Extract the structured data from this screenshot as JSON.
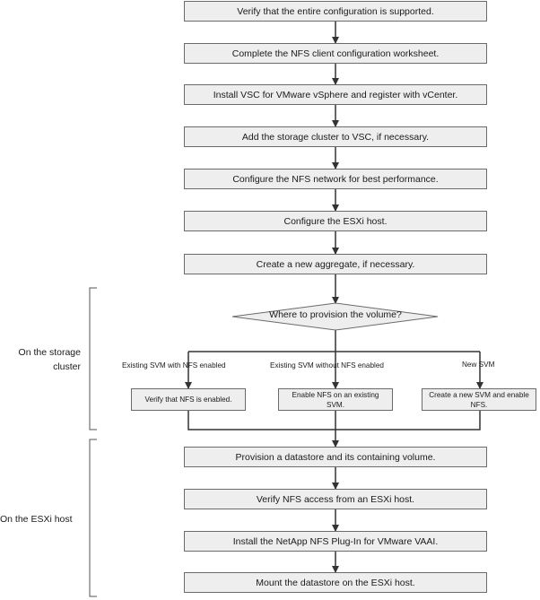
{
  "steps_top": [
    "Verify that the entire configuration is supported.",
    "Complete the NFS client configuration worksheet.",
    "Install VSC for VMware vSphere and register with vCenter.",
    "Add the storage cluster to VSC, if necessary.",
    "Configure the NFS network for best performance.",
    "Configure the ESXi host.",
    "Create a new aggregate, if necessary."
  ],
  "decision": "Where to provision the volume?",
  "branches": [
    {
      "label": "Existing SVM with NFS enabled",
      "action": "Verify that NFS is enabled."
    },
    {
      "label": "Existing SVM without NFS enabled",
      "action": "Enable NFS on an existing SVM."
    },
    {
      "label": "New SVM",
      "action": "Create a new SVM and enable NFS."
    }
  ],
  "steps_bottom": [
    "Provision a datastore and its containing volume.",
    "Verify NFS access from an ESXi host.",
    "Install the NetApp NFS Plug-In for VMware VAAI.",
    "Mount the datastore on the ESXi host."
  ],
  "side_labels": {
    "storage_cluster": "On the storage cluster",
    "esxi_host": "On the ESXi host"
  }
}
